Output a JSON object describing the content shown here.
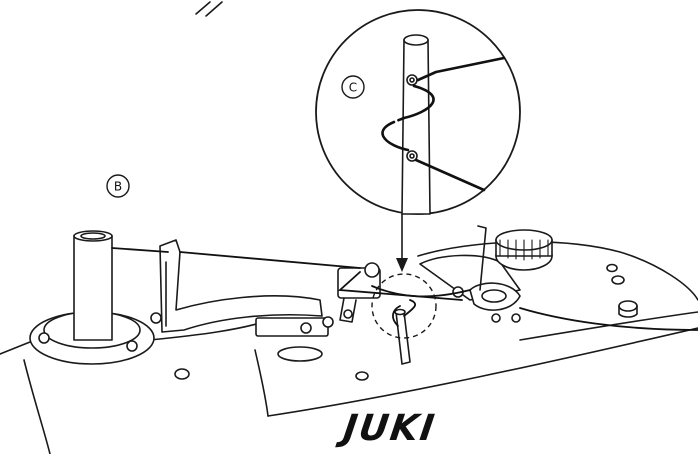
{
  "labels": {
    "callout_b": "B",
    "callout_c": "C",
    "brand_logo": "JUKI"
  },
  "colors": {
    "ink": "#1a1a1a",
    "background": "#ffffff"
  },
  "icons": [
    "callout-circle-b",
    "callout-circle-c",
    "magnifier-circle",
    "arrow-down-icon"
  ]
}
